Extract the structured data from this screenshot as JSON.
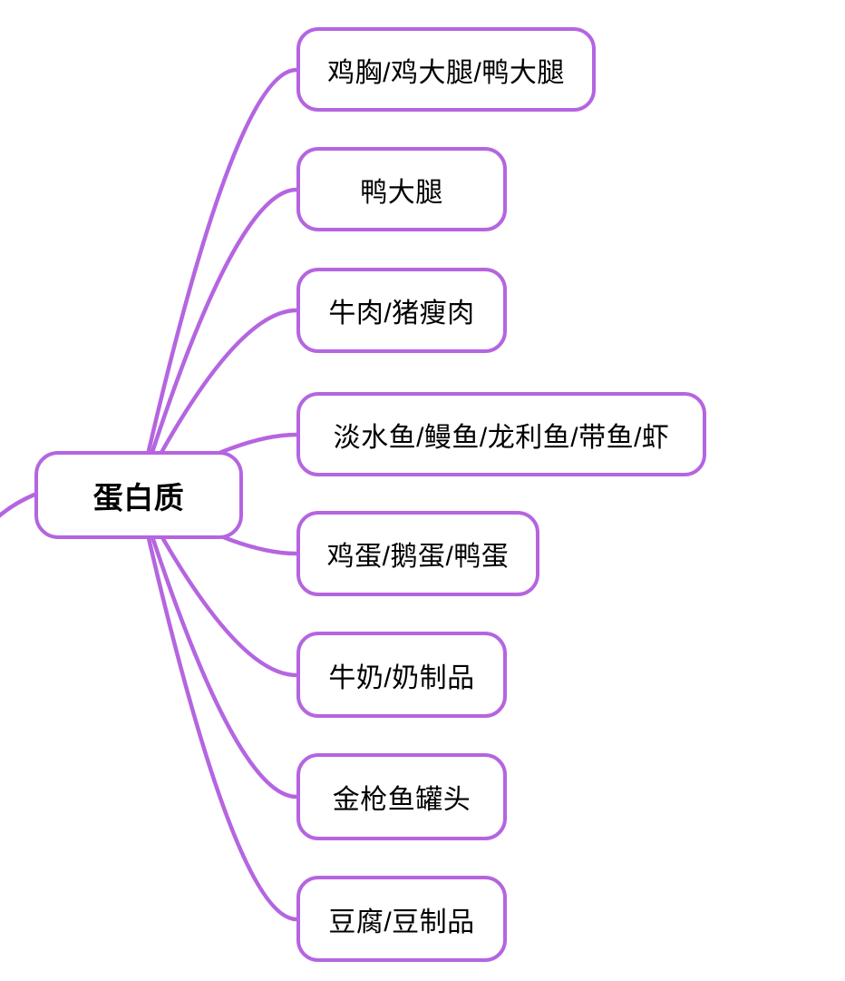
{
  "diagram": {
    "type": "mindmap",
    "root": {
      "label": "蛋白质"
    },
    "children": [
      {
        "label": "鸡胸/鸡大腿/鸭大腿"
      },
      {
        "label": "鸭大腿"
      },
      {
        "label": "牛肉/猪瘦肉"
      },
      {
        "label": "淡水鱼/鳗鱼/龙利鱼/带鱼/虾"
      },
      {
        "label": "鸡蛋/鹅蛋/鸭蛋"
      },
      {
        "label": "牛奶/奶制品"
      },
      {
        "label": "金枪鱼罐头"
      },
      {
        "label": "豆腐/豆制品"
      }
    ],
    "colors": {
      "branch": "#b565e0",
      "node_fill": "#ffffff",
      "text": "#000000"
    }
  }
}
